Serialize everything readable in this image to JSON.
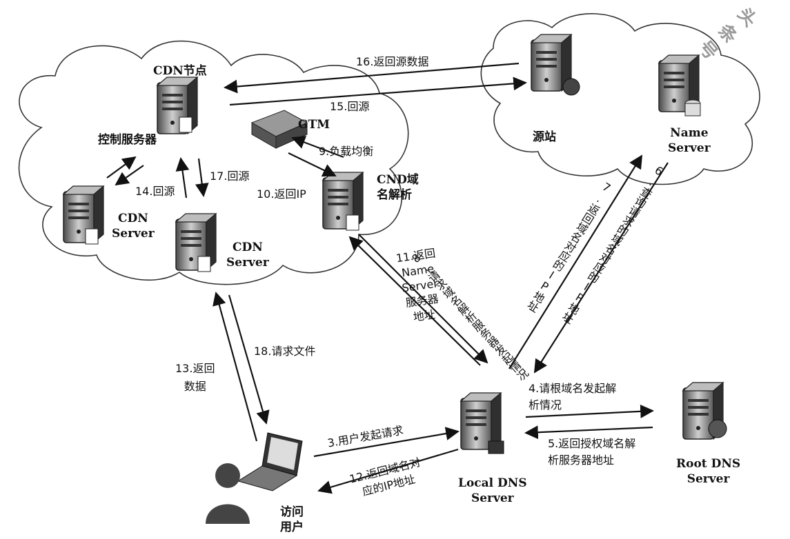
{
  "nodes": {
    "cdn_node": "CDN节点",
    "control_server": "控制服务器",
    "gtm": "GTM",
    "cnd_dns": "CND域\n名解析",
    "cdn_server_left": "CDN\nServer",
    "cdn_server_mid": "CDN\nServer",
    "origin_site": "源站",
    "name_server": "Name\nServer",
    "local_dns": "Local DNS\nServer",
    "root_dns": "Root DNS\nServer",
    "visitor": "访问\n用户"
  },
  "steps": {
    "s3": "3.用户发起请求",
    "s4": "4.请根域名发起解\n析情况",
    "s5": "5.返回授权域名解\n析服务器地址",
    "s6": "6.查询请求的域名对应的IP地址",
    "s7": "7.返回域名对应的IP地址",
    "s8": "8.请求域名解析服务器发起情况",
    "s9": "9.负载均衡",
    "s10": "10.返回IP",
    "s11": "11.返回\nName\nServer\n服务器\n地址",
    "s12": "12.返回域名对\n应的IP地址",
    "s13": "13.返回\n数据",
    "s14": "14.回源",
    "s15": "15.回源",
    "s16": "16.返回源数据",
    "s17": "17.回源",
    "s18": "18.请求文件"
  },
  "watermark": "头条号"
}
